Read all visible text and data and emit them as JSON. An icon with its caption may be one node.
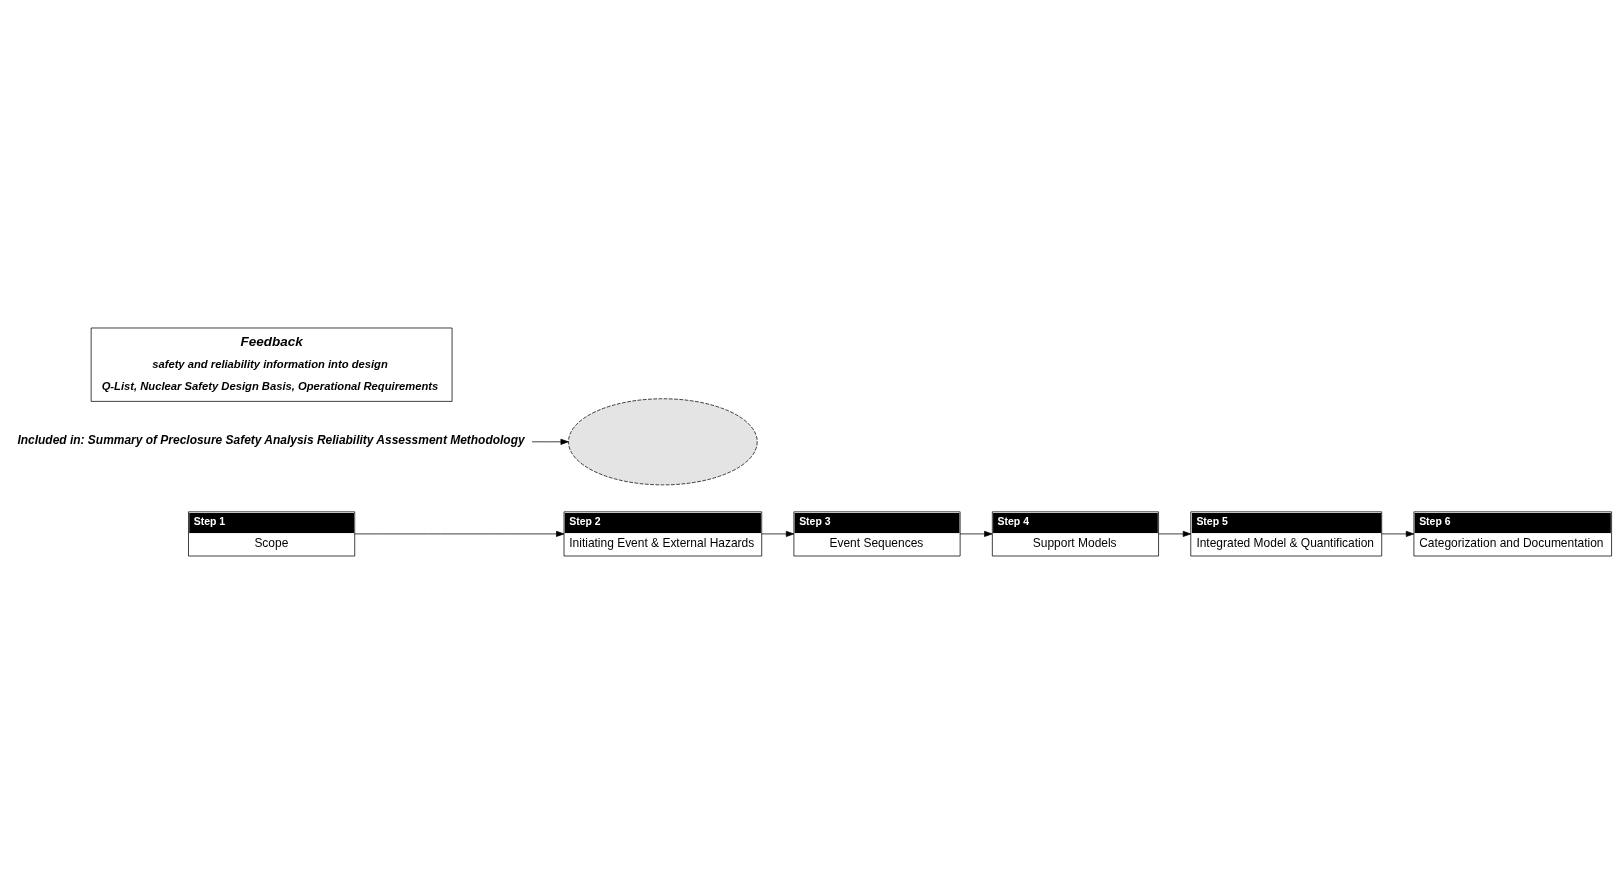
{
  "diagram": {
    "nodes": [
      {
        "text": [
          "Step 1",
          "Scope"
        ]
      },
      {
        "text": [
          "Step 2",
          "Initiating Event & External Hazards"
        ]
      },
      {
        "text": [
          "Step 3",
          "Event Sequences"
        ]
      },
      {
        "text": [
          "Step 4",
          "Support Models"
        ]
      },
      {
        "text": [
          "Step 5",
          "Integrated Model & Quantification"
        ]
      },
      {
        "text": [
          "Step 6",
          "Categorization and Documentation"
        ]
      },
      {
        "text": [],
        "shape": "ellipse"
      },
      {
        "text": [
          "Included in: Summary of Preclosure Safety Analysis Reliability Assessment Methodology"
        ]
      },
      {
        "text": [
          "Feedback",
          "safety and reliability information into design",
          "Q-List, Nuclear Safety Design Basis, Operational Requirements"
        ]
      }
    ],
    "edges": [
      {
        "from": 0,
        "to": 1,
        "arrow": "to"
      },
      {
        "from": 1,
        "to": 2,
        "arrow": "to"
      },
      {
        "from": 2,
        "to": 3,
        "arrow": "to"
      },
      {
        "from": 3,
        "to": 4,
        "arrow": "to"
      },
      {
        "from": 4,
        "to": 5,
        "arrow": "to"
      },
      {
        "from": 7,
        "to": 6,
        "arrow": "to"
      }
    ]
  }
}
